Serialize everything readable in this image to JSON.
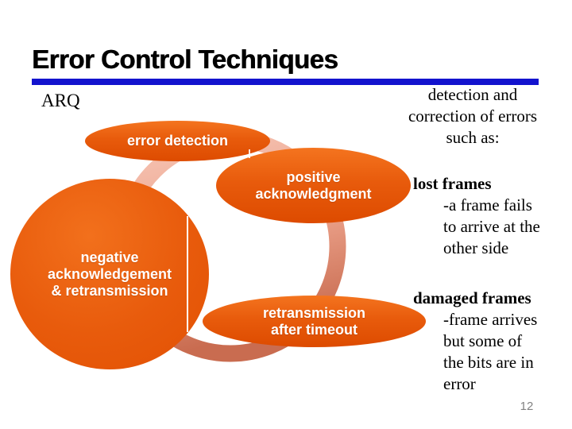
{
  "slide": {
    "title": "Error Control Techniques",
    "page_number": "12",
    "colors": {
      "title_underline": "#1313CE",
      "shape_orange_top": "#F4741F",
      "shape_orange_bottom": "#DD4B00",
      "ring_light": "#F7C6B6",
      "ring_dark": "#C96C50",
      "label_text": "#FFFFFF",
      "body_text": "#000000",
      "page_number_color": "#828282"
    },
    "labels": {
      "arq": "ARQ",
      "error_detection": "error detection",
      "positive_ack_line1": "positive",
      "positive_ack_line2": "acknowledgment",
      "negative_ack_line1": "negative",
      "negative_ack_line2": "acknowledgement",
      "negative_ack_line3": "& retransmission",
      "retransmission_line1": "retransmission",
      "retransmission_line2": "after timeout"
    },
    "notes": {
      "intro_lines": [
        "detection and",
        "correction of errors",
        "such as:"
      ],
      "lost": {
        "heading": "lost frames",
        "lines": [
          "-a frame fails",
          "to arrive at the",
          "other side"
        ]
      },
      "damaged": {
        "heading": "damaged frames",
        "lines": [
          "-frame arrives",
          "but some of",
          "the bits are in",
          "error"
        ]
      }
    }
  }
}
